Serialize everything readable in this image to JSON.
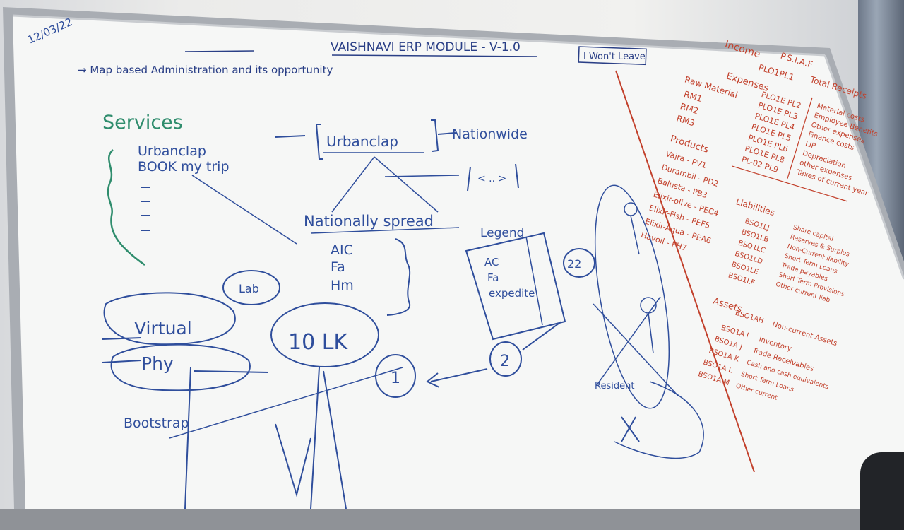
{
  "colors": {
    "blue_marker": "#2f4e9c",
    "green_marker": "#2f8d6d",
    "red_marker": "#c2402b",
    "board": "#f6f7f6"
  },
  "date": "12/03/22",
  "title": "VAISHNAVI ERP MODULE - V-1.0",
  "subtitle": "→ Map based Administration and its opportunity",
  "services": {
    "heading": "Services",
    "items": [
      "Urbanclap",
      "BOOK my trip"
    ]
  },
  "diagram": {
    "urbanclap_box": "Urbanclap",
    "nationwide": "Nationwide",
    "nationally_spread": "Nationally spread",
    "spread_items": [
      "AIC",
      "Fa",
      "Hm"
    ],
    "badge_lab": "Lab",
    "virtual": "Virtual",
    "physical": "Phy",
    "ten_lk": "10 LK",
    "circle_1": "1",
    "circle_2": "2",
    "circle_22": "22",
    "legend_label": "Legend",
    "legend_items": [
      "AC",
      "Fa",
      "expedite"
    ],
    "bottom_label": "Bootstrap",
    "person_label": "Resident"
  },
  "notice": "I Won't Leave",
  "finance": {
    "income": "Income",
    "header": "P.S.I.A.F",
    "expenses": "Expenses",
    "total_receipts": "Total Receipts",
    "income_codes": [
      "PLO1PL1"
    ],
    "expense_codes": [
      "PLO1E PL2",
      "PLO1E PL3",
      "PLO1E PL4",
      "PLO1E PL5",
      "PLO1E PL6",
      "PLO1E PL8",
      "PL-02 PL9"
    ],
    "expense_notes": [
      "Material costs",
      "Employee Benefits",
      "Other expenses",
      "Finance costs",
      "LIP",
      "Depreciation",
      "other expenses",
      "Taxes of current year"
    ],
    "raw_material_heading": "Raw Material",
    "raw_materials": [
      "RM1",
      "RM2",
      "RM3"
    ],
    "products_heading": "Products",
    "products": [
      "Vajra - PV1",
      "Durambil - PD2",
      "Balusta - PB3",
      "Elixir-olive - PEC4",
      "Elixir-Fish - PEF5",
      "Elixir-Aqua - PEA6",
      "Havoil - PH7"
    ],
    "liabilities_heading": "Liabilities",
    "liability_codes": [
      "BSO1LJ",
      "BSO1LB",
      "BSO1LC",
      "BSO1LD",
      "BSO1LE",
      "BSO1LF"
    ],
    "liability_notes": [
      "Share capital",
      "Reserves & Surplus",
      "Non-Current liability",
      "Short Term Loans",
      "Trade payables",
      "Short Term Provisions",
      "Other current liab"
    ],
    "assets_heading": "Assets",
    "asset_codes": [
      "BSO1AH",
      "BSO1A I",
      "BSO1A J",
      "BSO1A K",
      "BSO1A L",
      "BSO1A M"
    ],
    "asset_notes": [
      "Non-current Assets",
      "Inventory",
      "Trade Receivables",
      "Cash and cash equivalents",
      "Short Term Loans",
      "Other current"
    ]
  }
}
